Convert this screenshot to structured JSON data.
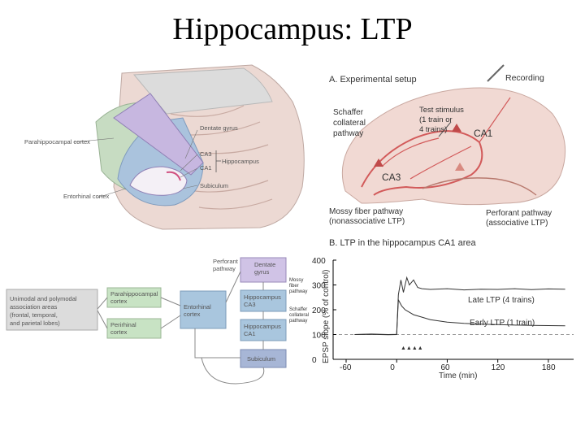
{
  "title": "Hippocampus: LTP",
  "brain_panel": {
    "labels": {
      "parahippocampal": "Parahippocampal cortex",
      "entorhinal": "Entorhinal cortex",
      "dentate": "Dentate gyrus",
      "ca3": "CA3",
      "ca1": "CA1",
      "hippocampus": "Hippocampus",
      "subiculum": "Subiculum"
    }
  },
  "panel_a": {
    "title": "A. Experimental setup",
    "recording": "Recording",
    "test_stimulus": [
      "Test stimulus",
      "(1 train or",
      "4 trains)"
    ],
    "schaffer": [
      "Schaffer",
      "collateral",
      "pathway"
    ],
    "ca1": "CA1",
    "ca3": "CA3",
    "mossy": [
      "Mossy fiber pathway",
      "(nonassociative LTP)"
    ],
    "perforant": [
      "Perforant pathway",
      "(associative LTP)"
    ]
  },
  "flow_diagram": {
    "unimodal": [
      "Unimodal and polymodal",
      "association areas",
      "(frontal, temporal,",
      "and parietal lobes)"
    ],
    "parahippocampal": [
      "Parahippocampal",
      "cortex"
    ],
    "perirhinal": [
      "Perirhinal",
      "cortex"
    ],
    "entorhinal": [
      "Entorhinal",
      "cortex"
    ],
    "perforant_pathway": [
      "Perforant",
      "pathway"
    ],
    "dentate": [
      "Dentate",
      "gyrus"
    ],
    "mossy_fiber": [
      "Mossy",
      "fiber",
      "pathway"
    ],
    "ca3": [
      "Hippocampus",
      "CA3"
    ],
    "schaffer": [
      "Schaffer",
      "collateral",
      "pathway"
    ],
    "ca1": [
      "Hippocampus",
      "CA1"
    ],
    "subiculum": "Subiculum"
  },
  "panel_b": {
    "title": "B. LTP in the hippocampus CA1 area",
    "late_label": "Late LTP (4 trains)",
    "early_label": "Early LTP (1 train)",
    "stim_marks": "▲▲▲▲"
  },
  "chart_data": {
    "type": "line",
    "xlabel": "Time (min)",
    "ylabel": "EPSP slope (% of control)",
    "xlim": [
      -60,
      210
    ],
    "ylim": [
      0,
      400
    ],
    "x_ticks": [
      -60,
      0,
      60,
      120,
      180
    ],
    "y_ticks": [
      0,
      100,
      200,
      300,
      400
    ],
    "baseline": 100,
    "series": [
      {
        "name": "Late LTP (4 trains)",
        "x": [
          -50,
          -30,
          -10,
          0,
          2,
          5,
          8,
          12,
          15,
          20,
          25,
          30,
          40,
          60,
          80,
          100,
          120,
          140,
          160,
          180,
          200
        ],
        "y": [
          100,
          102,
          100,
          101,
          260,
          320,
          270,
          330,
          300,
          320,
          290,
          285,
          282,
          285,
          280,
          283,
          282,
          285,
          281,
          284,
          283
        ]
      },
      {
        "name": "Early LTP (1 train)",
        "x": [
          -50,
          -30,
          -10,
          0,
          2,
          6,
          10,
          15,
          20,
          30,
          40,
          60,
          80,
          100,
          120,
          140,
          160,
          180,
          200
        ],
        "y": [
          100,
          101,
          99,
          100,
          240,
          215,
          200,
          190,
          180,
          170,
          160,
          150,
          145,
          142,
          140,
          138,
          137,
          136,
          135
        ]
      }
    ]
  }
}
